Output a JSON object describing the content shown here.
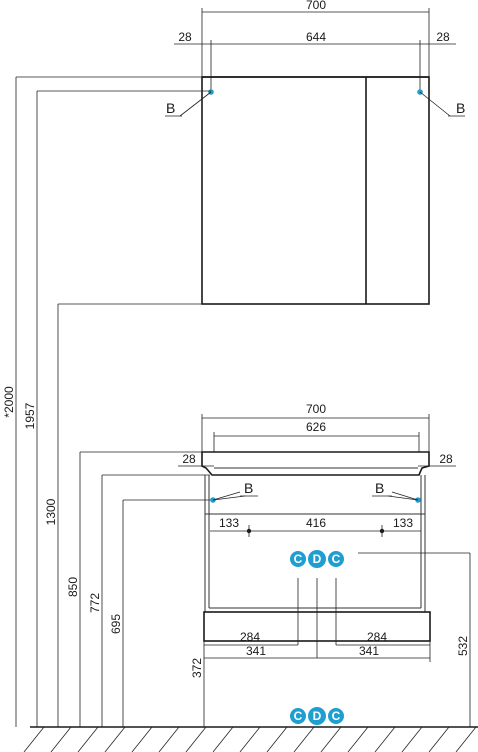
{
  "mirror": {
    "width_total": "700",
    "width_inner": "644",
    "offset_left": "28",
    "offset_right": "28",
    "mount_left_label": "B",
    "mount_right_label": "B"
  },
  "vanity": {
    "width_total": "700",
    "width_inner": "626",
    "offset_left": "28",
    "offset_right": "28",
    "mount_left_label": "B",
    "mount_right_label": "B",
    "hole_left": "133",
    "hole_center": "416",
    "hole_right": "133",
    "pipe_left_inner": "284",
    "pipe_right_inner": "284",
    "pipe_left_outer": "341",
    "pipe_right_outer": "341"
  },
  "heights": {
    "total": "*2000",
    "mirror_top": "1957",
    "mirror_bottom": "1300",
    "vanity_top": "850",
    "vanity_rim": "772",
    "mount_level": "695",
    "floor_gap": "372",
    "connections": "532"
  },
  "connections": {
    "upper": [
      "C",
      "D",
      "C"
    ],
    "lower": [
      "C",
      "D",
      "C"
    ],
    "color": "#1f9fcf"
  }
}
